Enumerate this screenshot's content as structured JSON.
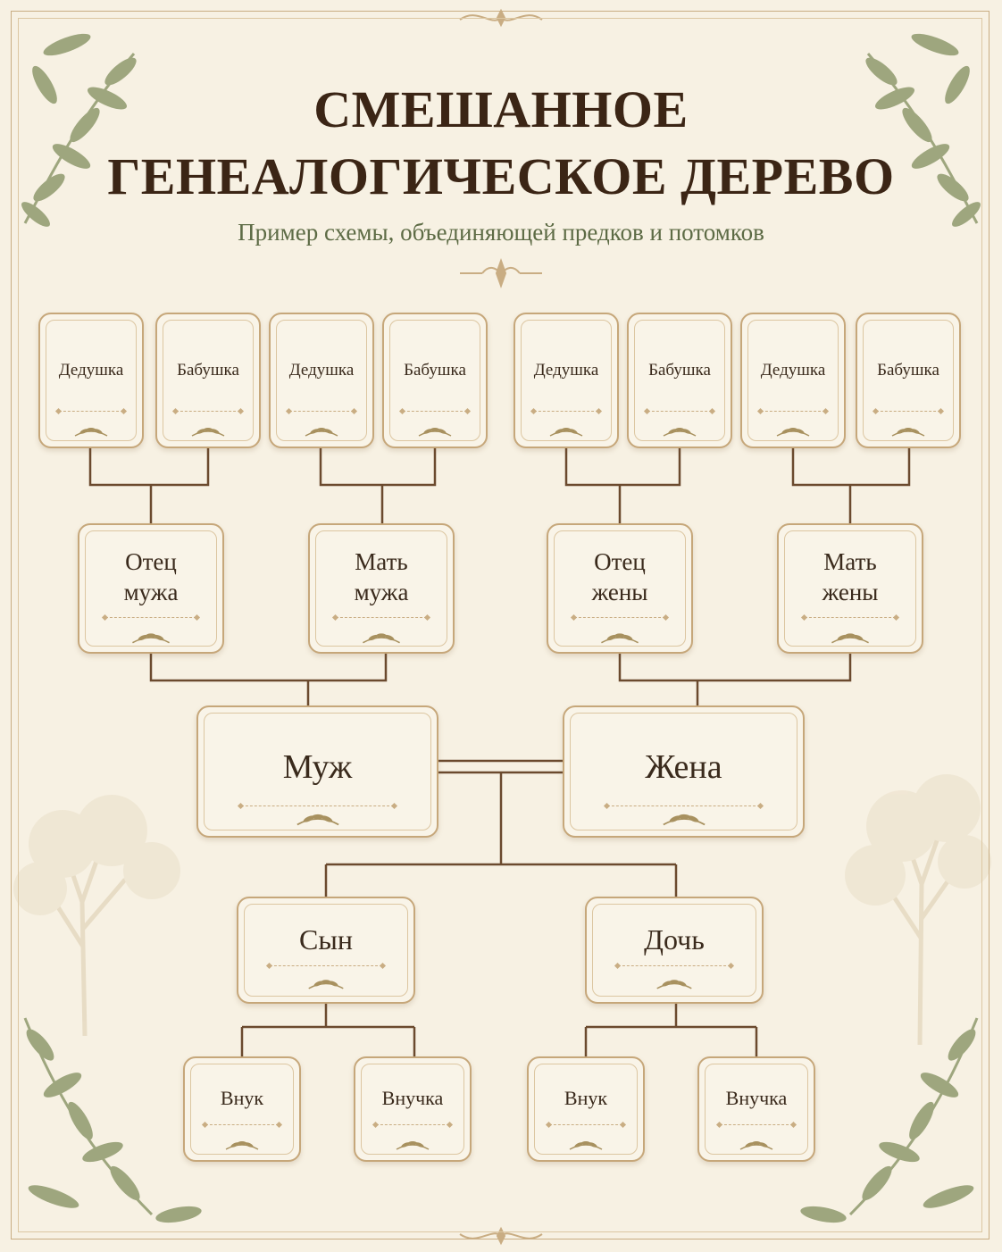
{
  "header": {
    "title_line1": "СМЕШАННОЕ",
    "title_line2": "ГЕНЕАЛОГИЧЕСКОЕ ДЕРЕВО",
    "subtitle": "Пример схемы, объединяющей предков и потомков"
  },
  "tree": {
    "grandparents": [
      {
        "label": "Дедушка"
      },
      {
        "label": "Бабушка"
      },
      {
        "label": "Дедушка"
      },
      {
        "label": "Бабушка"
      },
      {
        "label": "Дедушка"
      },
      {
        "label": "Бабушка"
      },
      {
        "label": "Дедушка"
      },
      {
        "label": "Бабушка"
      }
    ],
    "parents": [
      {
        "line1": "Отец",
        "line2": "мужа"
      },
      {
        "line1": "Мать",
        "line2": "мужа"
      },
      {
        "line1": "Отец",
        "line2": "жены"
      },
      {
        "line1": "Мать",
        "line2": "жены"
      }
    ],
    "couple": {
      "husband": "Муж",
      "wife": "Жена"
    },
    "children": [
      {
        "label": "Сын"
      },
      {
        "label": "Дочь"
      }
    ],
    "grandchildren": [
      {
        "label": "Внук"
      },
      {
        "label": "Внучка"
      },
      {
        "label": "Внук"
      },
      {
        "label": "Внучка"
      }
    ]
  },
  "colors": {
    "background": "#f7f1e3",
    "card_fill": "#f9f4e8",
    "card_border": "#c6a77a",
    "connector": "#6b4a2e",
    "title": "#3b2515",
    "subtitle": "#5d6b45",
    "leaf": "#8f9a6d",
    "ornament": "#c9ad83"
  }
}
